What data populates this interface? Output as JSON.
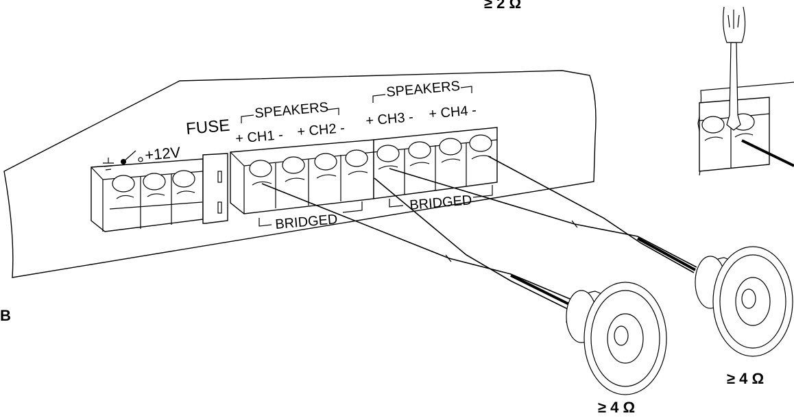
{
  "labels": {
    "fuse": "FUSE",
    "speakers_left": "SPEAKERS",
    "speakers_right": "SPEAKERS",
    "ch1": "+ CH1 -",
    "ch2": "+ CH2 -",
    "ch3": "+ CH3 -",
    "ch4": "+ CH4 -",
    "power": "+12V",
    "bridged_left": "BRIDGED",
    "bridged_right": "BRIDGED",
    "impedance_top": "≥ 2 Ω",
    "impedance_speaker_1": "≥ 4 Ω",
    "impedance_speaker_2": "≥ 4 Ω",
    "side_letter": "B"
  },
  "icons": [
    "ground-icon",
    "remote-switch-icon",
    "screwdriver-icon",
    "speaker-icon"
  ]
}
